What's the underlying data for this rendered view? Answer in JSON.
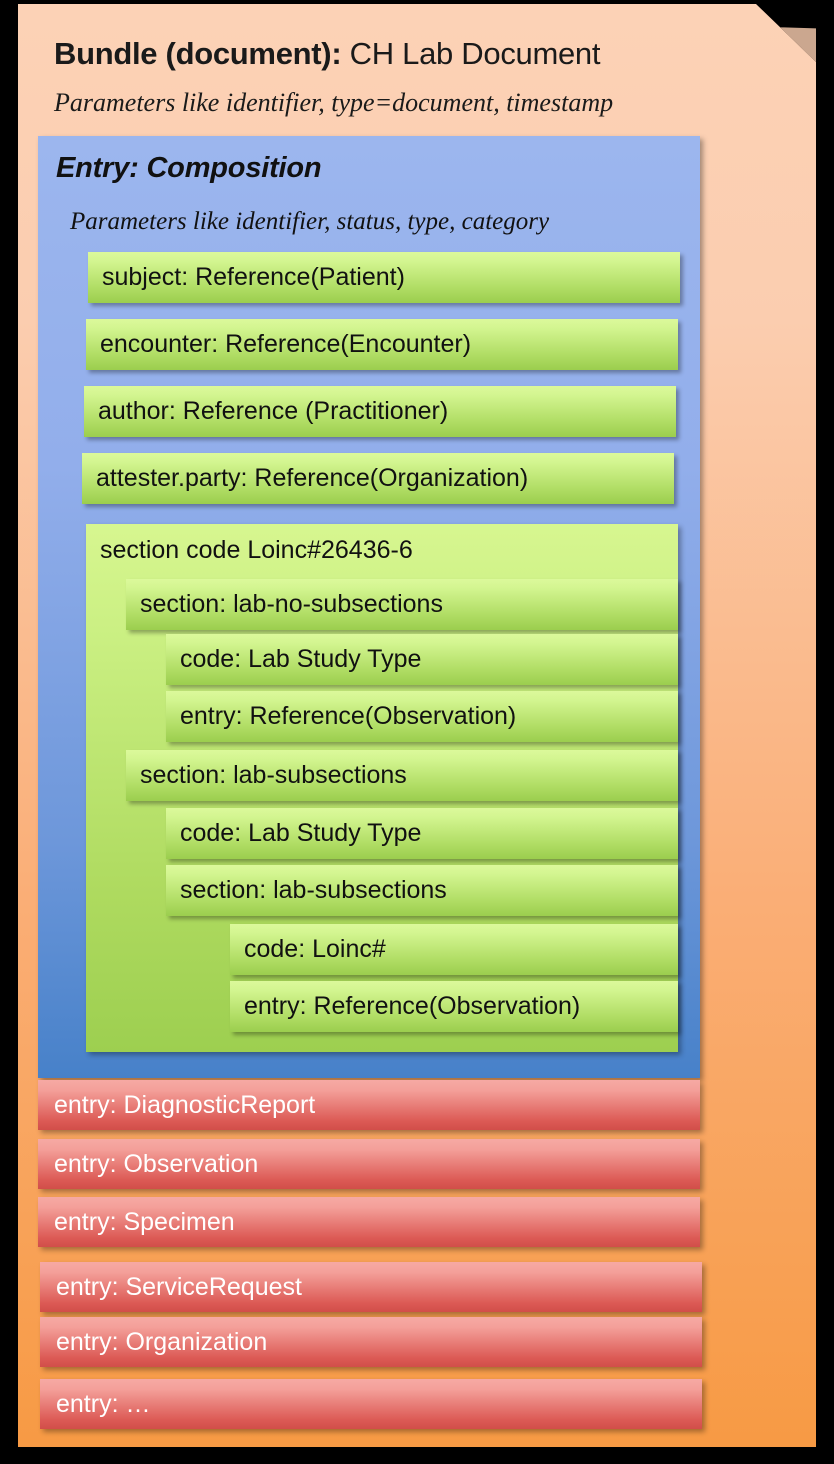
{
  "bundle": {
    "title_bold": "Bundle (document):",
    "title_rest": " CH Lab Document",
    "subtitle": "Parameters like identifier, type=document,  timestamp",
    "bg_color_top": "#FCD2B6",
    "bg_color_bottom": "#F79A44"
  },
  "composition": {
    "title": "Entry: Composition",
    "subtitle": "Parameters like identifier, status, type, category",
    "bg_color_top": "#9CB6EE",
    "bg_color_bottom": "#4781C9",
    "references": [
      {
        "label": "subject: Reference(Patient)"
      },
      {
        "label": "encounter: Reference(Encounter)"
      },
      {
        "label": "author: Reference  (Practitioner)"
      },
      {
        "label": "attester.party: Reference(Organization)"
      }
    ],
    "section_block": {
      "title": "section code Loinc#26436-6",
      "bg_color": "#BFE473",
      "rows": [
        {
          "label": "section: lab-no-subsections",
          "level": 1
        },
        {
          "label": "code: Lab Study Type",
          "level": 2
        },
        {
          "label": "entry: Reference(Observation)",
          "level": 2
        },
        {
          "label": "section:  lab-subsections",
          "level": 1
        },
        {
          "label": "code: Lab Study Type",
          "level": 2
        },
        {
          "label": "section: lab-subsections",
          "level": 2
        },
        {
          "label": "code: Loinc#",
          "level": 3
        },
        {
          "label": "entry: Reference(Observation)",
          "level": 3
        }
      ]
    }
  },
  "entries": {
    "bg_color_top": "#F6A9A4",
    "bg_color_bottom": "#D14E49",
    "items": [
      {
        "label": "entry: DiagnosticReport"
      },
      {
        "label": "entry: Observation"
      },
      {
        "label": "entry: Specimen"
      },
      {
        "label": "entry: ServiceRequest"
      },
      {
        "label": "entry: Organization"
      },
      {
        "label": "entry: …"
      }
    ]
  }
}
